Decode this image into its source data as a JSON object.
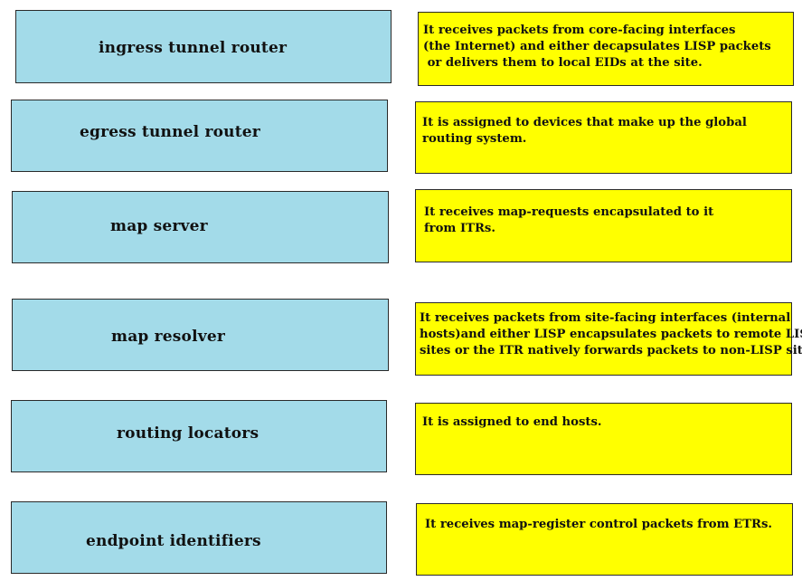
{
  "colors": {
    "term_fill": "#a3dbe9",
    "description_fill": "#ffff00",
    "border": "#2a2a2a"
  },
  "terms": [
    {
      "label": "ingress tunnel router"
    },
    {
      "label": "egress tunnel router"
    },
    {
      "label": "map server"
    },
    {
      "label": "map resolver"
    },
    {
      "label": "routing locators"
    },
    {
      "label": "endpoint identifiers"
    }
  ],
  "descriptions": [
    {
      "lines": [
        "It receives packets from core-facing interfaces",
        "(the Internet) and either decapsulates LISP packets",
        " or delivers them to local EIDs at the site."
      ]
    },
    {
      "lines": [
        "It is assigned to devices that make up the global",
        "routing system."
      ]
    },
    {
      "lines": [
        "It receives map-requests encapsulated to it",
        "from ITRs."
      ]
    },
    {
      "lines": [
        "It receives packets from site-facing interfaces (internal",
        "hosts)and either LISP encapsulates packets to remote LISP",
        "sites or the ITR natively forwards packets to non-LISP sites."
      ]
    },
    {
      "lines": [
        "It is assigned to end hosts."
      ]
    },
    {
      "lines": [
        "It receives map-register control packets from ETRs."
      ]
    }
  ]
}
